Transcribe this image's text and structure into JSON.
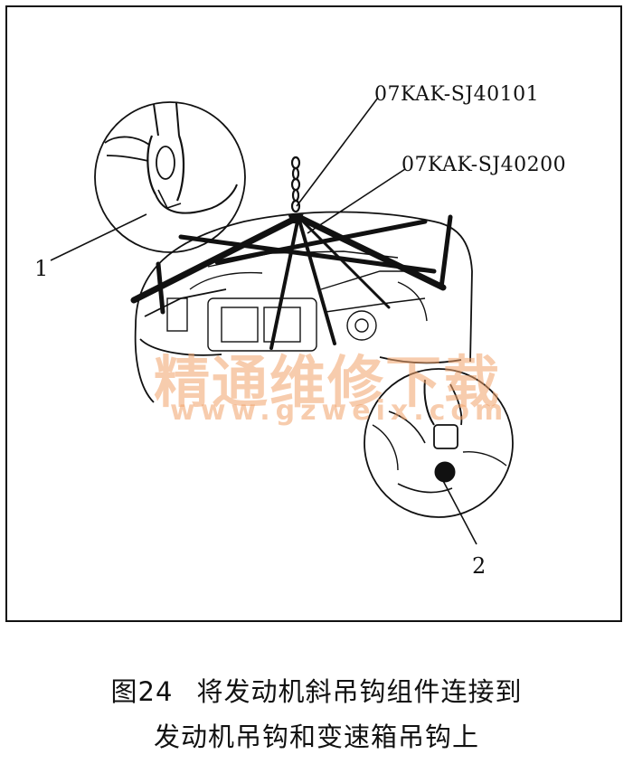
{
  "figure": {
    "part_labels": {
      "tool_a": "07KAK-SJ40101",
      "tool_b": "07KAK-SJ40200"
    },
    "callouts": {
      "one": "1",
      "two": "2"
    },
    "watermark": {
      "text_cn": "精通维修下载",
      "url": "www.gzweix.com",
      "color": "#f2a36b"
    }
  },
  "caption": {
    "figure_number": "图24",
    "line1": "将发动机斜吊钩组件连接到",
    "line2": "发动机吊钩和变速箱吊钩上"
  }
}
